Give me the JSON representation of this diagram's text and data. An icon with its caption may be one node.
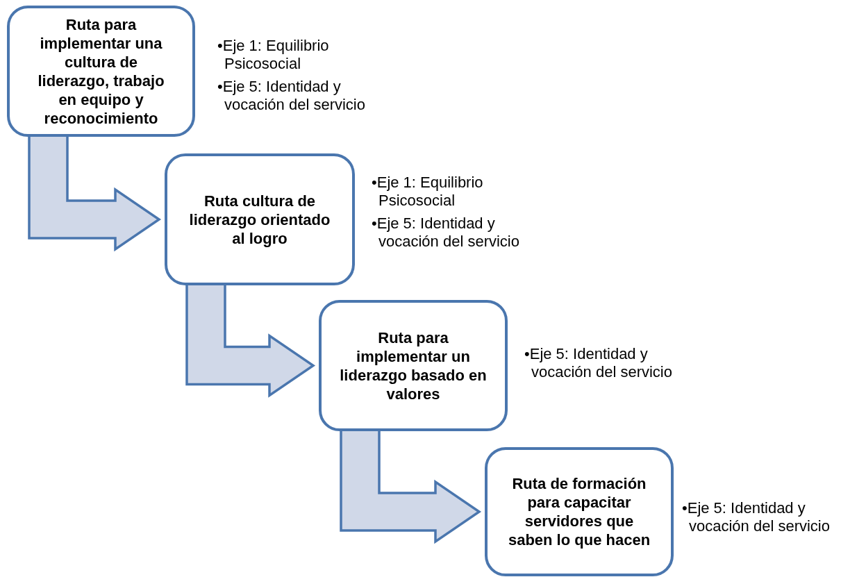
{
  "diagram": {
    "nodes": [
      {
        "text": [
          "Ruta para implementar una cultura de liderazgo, trabajo en equipo y reconocimiento"
        ],
        "beside": [
          "•Eje 1: Equilibrio Psicosocial",
          "•Eje 5: Identidad y vocación del servicio"
        ]
      },
      {
        "text": [
          "Ruta cultura de liderazgo orientado al logro"
        ],
        "beside": [
          "•Eje 1: Equilibrio Psicosocial",
          "•Eje 5: Identidad y vocación del servicio"
        ]
      },
      {
        "text": [
          "Ruta para implementar un liderazgo basado en valores"
        ],
        "beside": [
          "•Eje 5: Identidad y vocación del servicio"
        ]
      },
      {
        "text": [
          "Ruta de formación para capacitar servidores que saben lo que hacen"
        ],
        "beside": [
          "•Eje 5: Identidad y vocación del servicio"
        ]
      }
    ],
    "edges": [
      {
        "from": 0,
        "to": 1,
        "arrow": "to"
      },
      {
        "from": 1,
        "to": 2,
        "arrow": "to"
      },
      {
        "from": 2,
        "to": 3,
        "arrow": "to"
      }
    ]
  }
}
